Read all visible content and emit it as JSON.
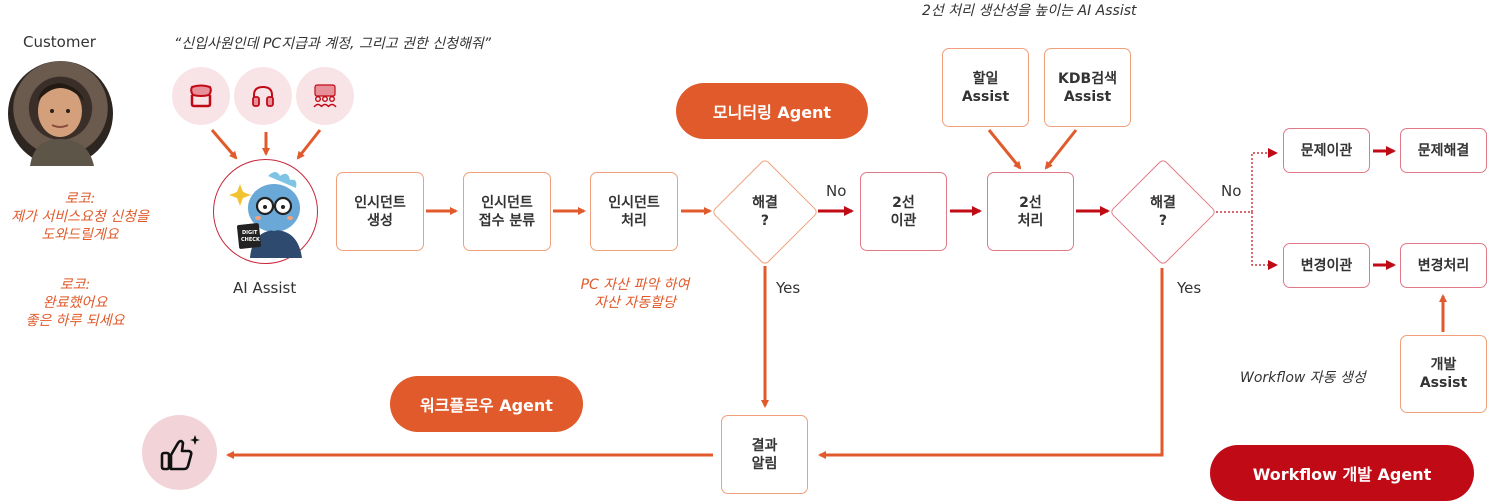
{
  "customer": {
    "label": "Customer",
    "quote": "“신입사원인데 PC지급과 계정, 그리고 권한 신청해줘”"
  },
  "channels": [
    {
      "icon": "chat-icon"
    },
    {
      "icon": "headset-icon"
    },
    {
      "icon": "meeting-icon"
    }
  ],
  "ai_assist": {
    "label": "AI Assist",
    "badge_text_1": "DIGIT",
    "badge_text_2": "CHECK"
  },
  "logo_messages": [
    {
      "title": "로코:",
      "line1": "제가 서비스요청 신청을",
      "line2": "도와드릴게요"
    },
    {
      "title": "로코:",
      "line1": "완료했어요",
      "line2": "좋은 하루 되세요"
    }
  ],
  "steps": {
    "create": "인시던트\n생성",
    "classify": "인시던트\n접수 분류",
    "process": "인시던트\n처리",
    "decision1": "해결\n?",
    "transfer2": "2선\n이관",
    "process2": "2선\n처리",
    "decision2": "해결\n?",
    "problem_transfer": "문제이관",
    "problem_solve": "문제해결",
    "change_transfer": "변경이관",
    "change_process": "변경처리",
    "result_notify": "결과\n알림",
    "todo_assist": "할일\nAssist",
    "kdb_assist": "KDB검색\nAssist",
    "dev_assist": "개발\nAssist"
  },
  "labels": {
    "no1": "No",
    "yes1": "Yes",
    "no2": "No",
    "yes2": "Yes",
    "second_line_title": "2선 처리 생산성을 높이는 AI Assist",
    "pc_note_1": "PC 자산 파악 하여",
    "pc_note_2": "자산 자동할당",
    "workflow_auto": "Workflow 자동 생성"
  },
  "agents": {
    "monitoring": "모니터링 Agent",
    "workflow": "워크플로우 Agent",
    "workflow_dev": "Workflow 개발 Agent"
  },
  "colors": {
    "orange": "#e05a2b",
    "red": "#c00a16",
    "pink_bg": "#f8e4e7",
    "box_orange_border": "#f0a07a",
    "box_red_border": "#e07a86"
  }
}
